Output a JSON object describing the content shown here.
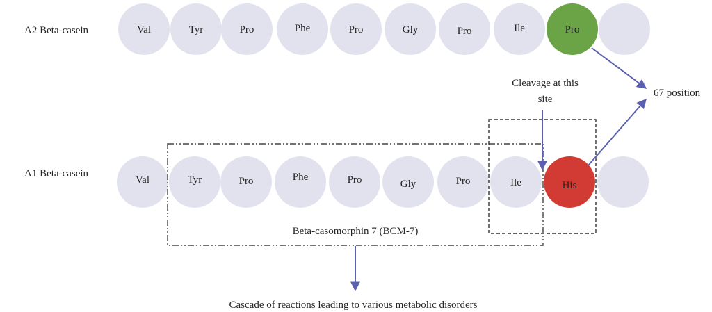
{
  "rows": {
    "a2": {
      "label": "A2 Beta-casein",
      "residues": [
        "Val",
        "Tyr",
        "Pro",
        "Phe",
        "Pro",
        "Gly",
        "Pro",
        "Ile",
        "Pro",
        ""
      ],
      "highlight_index": 8,
      "highlight_color": "#6ba446"
    },
    "a1": {
      "label": "A1 Beta-casein",
      "residues": [
        "Val",
        "Tyr",
        "Pro",
        "Phe",
        "Pro",
        "Gly",
        "Pro",
        "Ile",
        "His",
        ""
      ],
      "highlight_index": 8,
      "highlight_color": "#d13b33"
    }
  },
  "colors": {
    "residue_fill": "#e2e2ef",
    "arrow": "#5b60b0",
    "box_stroke": "#444444"
  },
  "annotations": {
    "position_label": "67 position",
    "cleavage_line1": "Cleavage at this",
    "cleavage_line2": "site",
    "bcm7_label": "Beta-casomorphin 7 (BCM-7)",
    "outcome_label": "Cascade of reactions leading to various metabolic disorders"
  }
}
